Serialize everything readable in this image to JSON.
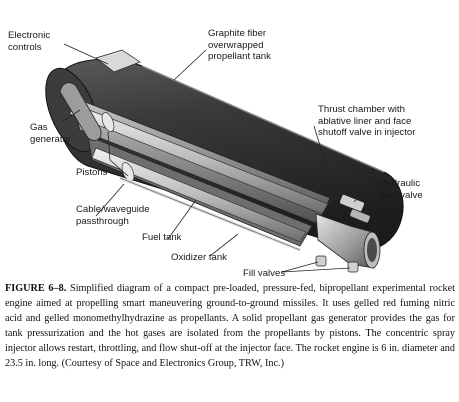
{
  "labels": {
    "electronic_controls": "Electronic\ncontrols",
    "graphite_tank": "Graphite fiber\noverwrapped\npropellant tank",
    "thrust_chamber": "Thrust chamber with\nablative liner and face\nshutoff valve in injector",
    "gas_generator": "Gas\ngenerator",
    "hydraulic_valve": "Hydraulic\npilot valve",
    "pistons": "Pistons",
    "cable_passthrough": "Cable/waveguide\npassthrough",
    "fuel_tank": "Fuel tank",
    "oxidizer_tank": "Oxidizer tank",
    "fill_valves": "Fill valves"
  },
  "caption": {
    "figure_label": "FIGURE 6–8.",
    "text": " Simplified diagram of a compact pre-loaded, pressure-fed, bipropellant experimental rocket engine aimed at propelling smart maneuvering ground-to-ground missiles. It uses gelled red fuming nitric acid and gelled monomethylhydrazine as propellants. A solid propellant gas generator provides the gas for tank pressurization and the hot gases are isolated from the propellants by pistons. The concentric spray injector allows restart, throttling, and flow shut-off at the injector face. The rocket engine is 6 in. diameter and 23.5 in. long. (Courtesy of Space and Electronics Group, TRW, Inc.)"
  }
}
